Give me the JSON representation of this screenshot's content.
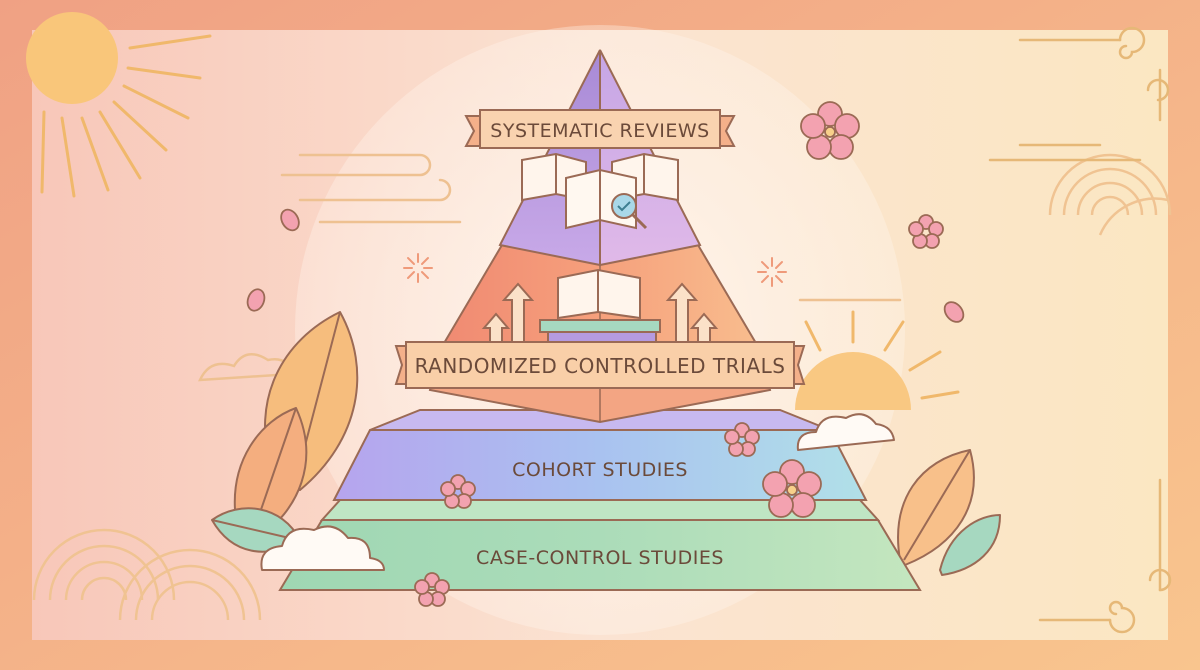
{
  "pyramid": {
    "levels": [
      {
        "id": "systematic-reviews",
        "label": "SYSTEMATIC REVIEWS"
      },
      {
        "id": "randomized-controlled-trials",
        "label": "RANDOMIZED CONTROLLED TRIALS"
      },
      {
        "id": "cohort-studies",
        "label": "COHORT STUDIES"
      },
      {
        "id": "case-control-studies",
        "label": "CASE-CONTROL STUDIES"
      }
    ]
  },
  "colors": {
    "frame": "#f2a988",
    "background_left": "#f7cdbd",
    "background_right": "#fbe6c4",
    "top_tier": "#b59be0",
    "second_tier": "#f4a47e",
    "third_tier": "#a9b9ee",
    "bottom_tier": "#a8dcb7",
    "banner": "#f7c7a1",
    "line": "#9b6a55",
    "ornament": "#e6b877",
    "blossom": "#f3a2b0"
  },
  "icons": [
    "sun-icon",
    "cloud-icon",
    "blossom-icon",
    "leaf-icon",
    "book-icon",
    "magnifier-icon",
    "arrow-up-icon",
    "wave-pattern-icon",
    "spiral-icon",
    "sparkle-icon"
  ]
}
